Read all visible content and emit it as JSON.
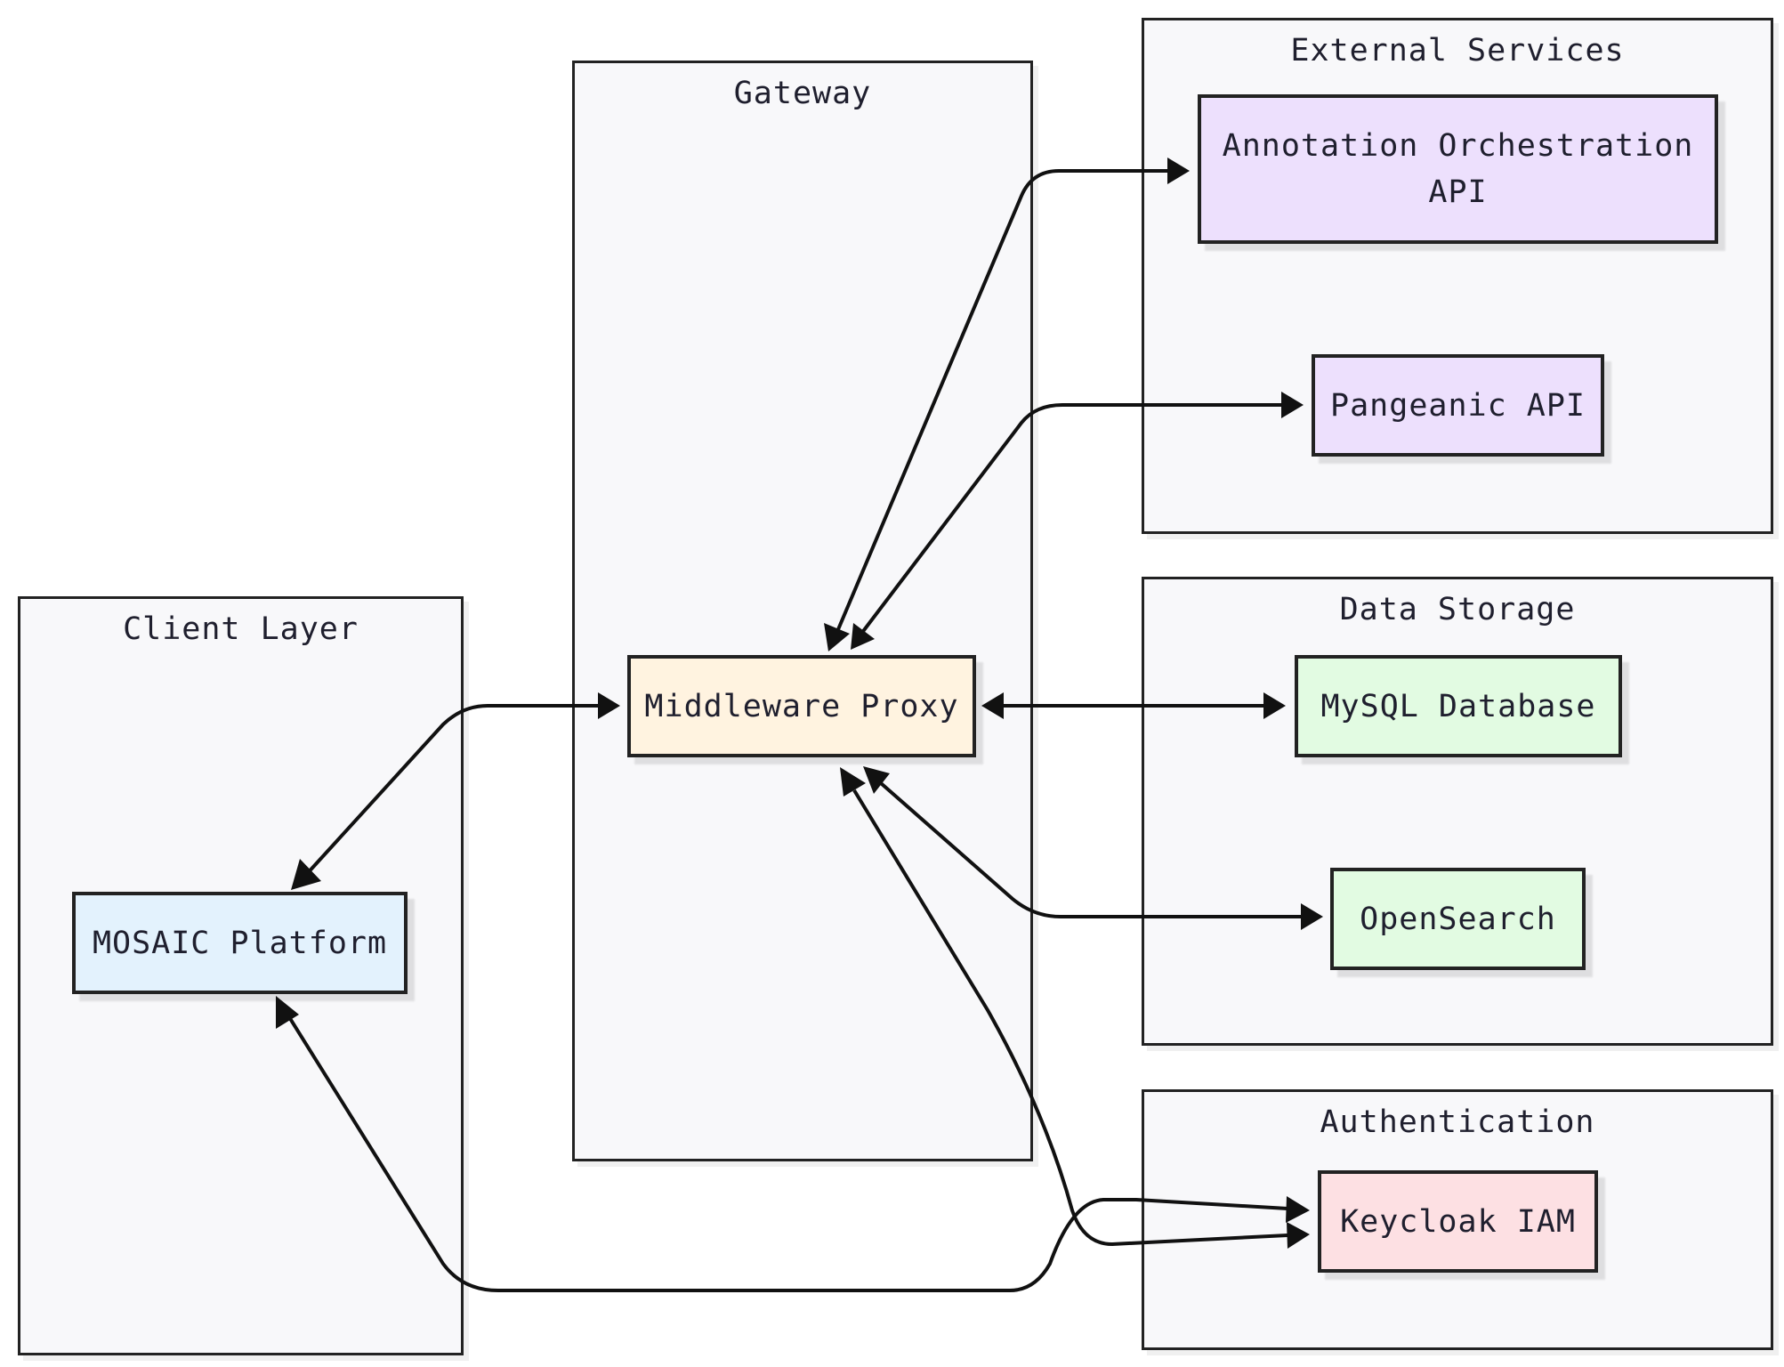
{
  "groups": {
    "client_layer": "Client Layer",
    "gateway": "Gateway",
    "external_services": "External Services",
    "data_storage": "Data Storage",
    "authentication": "Authentication"
  },
  "nodes": {
    "mosaic_platform": {
      "label": "MOSAIC Platform",
      "fill": "#e3f2fd"
    },
    "middleware_proxy": {
      "label": "Middleware Proxy",
      "fill": "#fff3e0"
    },
    "annotation_api": {
      "label_line1": "Annotation Orchestration",
      "label_line2": "API",
      "fill": "#ede0fd"
    },
    "pangeanic_api": {
      "label": "Pangeanic API",
      "fill": "#ede0fd"
    },
    "mysql_database": {
      "label": "MySQL Database",
      "fill": "#e2fbe2"
    },
    "opensearch": {
      "label": "OpenSearch",
      "fill": "#e2fbe2"
    },
    "keycloak_iam": {
      "label": "Keycloak IAM",
      "fill": "#fde0e3"
    }
  },
  "connections": [
    {
      "from": "MOSAIC Platform",
      "to": "Middleware Proxy",
      "direction": "both"
    },
    {
      "from": "Middleware Proxy",
      "to": "Annotation Orchestration API",
      "direction": "both"
    },
    {
      "from": "Middleware Proxy",
      "to": "Pangeanic API",
      "direction": "both"
    },
    {
      "from": "Middleware Proxy",
      "to": "MySQL Database",
      "direction": "both"
    },
    {
      "from": "Middleware Proxy",
      "to": "OpenSearch",
      "direction": "both"
    },
    {
      "from": "MOSAIC Platform",
      "to": "Keycloak IAM",
      "direction": "both"
    },
    {
      "from": "Middleware Proxy",
      "to": "Keycloak IAM",
      "direction": "both"
    }
  ]
}
